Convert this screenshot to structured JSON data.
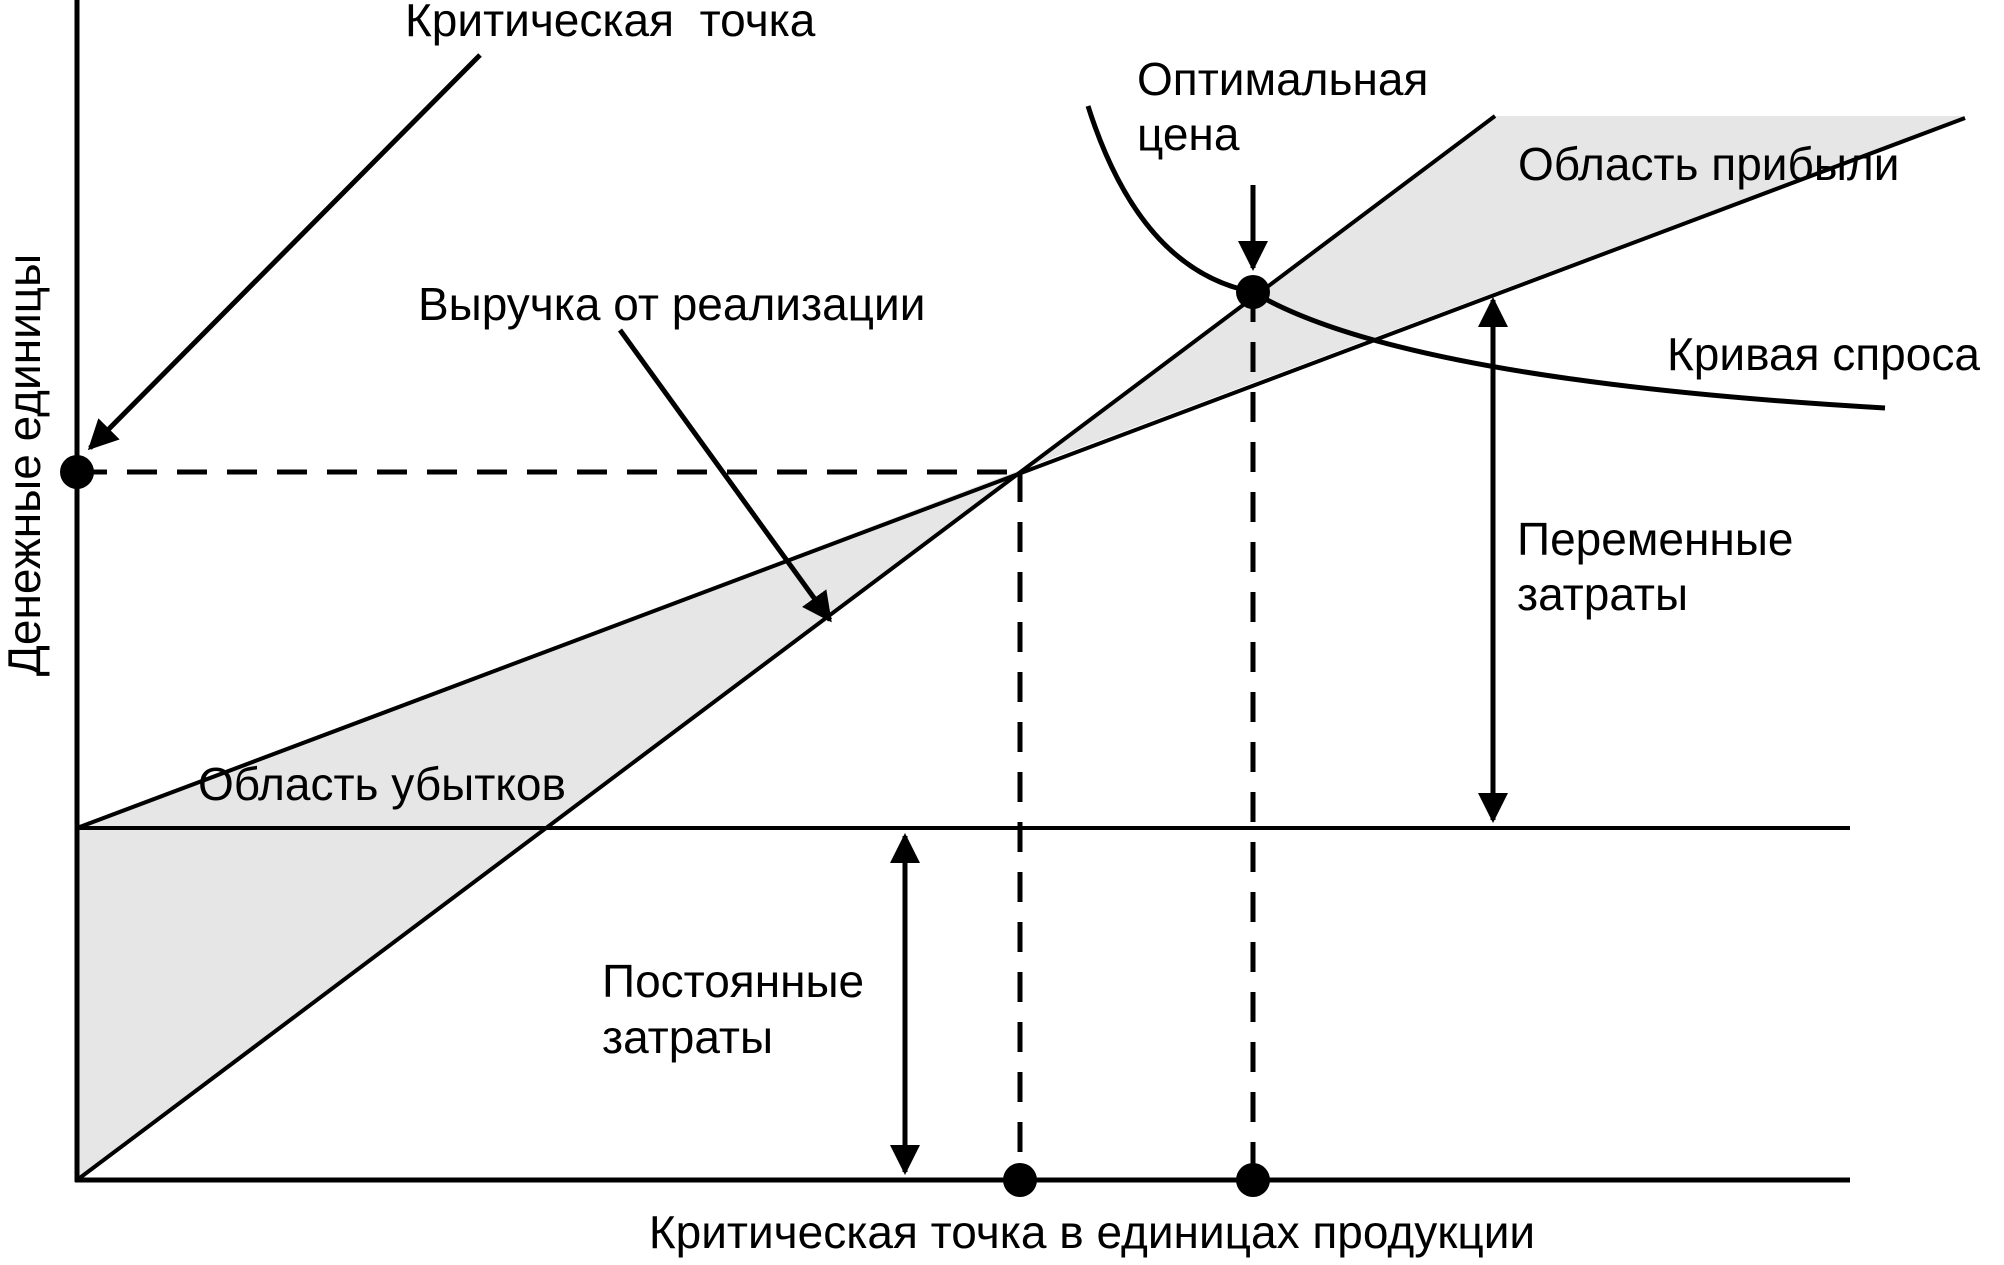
{
  "labels": {
    "critical_point": "Критическая  точка",
    "optimal_price_line1": "Оптимальная",
    "optimal_price_line2": "цена",
    "profit_area": "Область прибыли",
    "revenue": "Выручка от реализации",
    "demand_curve": "Кривая спроса",
    "variable_costs_line1": "Переменные",
    "variable_costs_line2": "затраты",
    "loss_area": "Область убытков",
    "fixed_costs_line1": "Постоянные",
    "fixed_costs_line2": "затраты",
    "y_axis": "Денежные единицы",
    "x_axis": "Критическая точка в единицах продукции"
  },
  "colors": {
    "shading": "#e6e6e6",
    "stroke": "#000000",
    "background": "#ffffff"
  }
}
